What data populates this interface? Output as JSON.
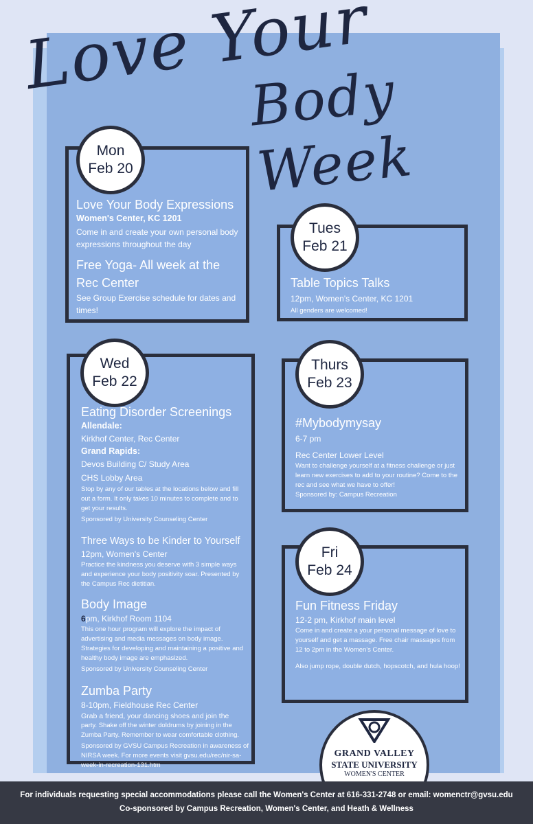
{
  "title": {
    "line1": "Love Your",
    "line2": "Body Week"
  },
  "days": {
    "mon": {
      "day": "Mon",
      "date": "Feb 20"
    },
    "tues": {
      "day": "Tues",
      "date": "Feb 21"
    },
    "wed": {
      "day": "Wed",
      "date": "Feb 22"
    },
    "thurs": {
      "day": "Thurs",
      "date": "Feb 23"
    },
    "fri": {
      "day": "Fri",
      "date": "Feb 24"
    }
  },
  "mon_events": {
    "e1_title": "Love Your Body Expressions",
    "e1_loc": "Women's Center, KC 1201",
    "e1_desc": "Come in and create your own personal body expressions throughout the day",
    "e2_title": "Free Yoga- All week at the Rec Center",
    "e2_desc": "See Group Exercise schedule for dates and times!"
  },
  "tues_events": {
    "title": "Table Topics Talks",
    "time": "12pm, Women's Center, KC 1201",
    "note": "All genders are welcomed!"
  },
  "wed_events": {
    "e1_title": "Eating Disorder Screenings",
    "e1_allendale": "Allendale:",
    "e1_allendale_loc": "Kirkhof Center, Rec Center",
    "e1_gr": "Grand Rapids:",
    "e1_gr_loc1": "Devos Building C/ Study Area",
    "e1_gr_loc2": "CHS Lobby Area",
    "e1_desc": "Stop by any of our tables at the locations below and fill out a form.  It only takes 10 minutes to complete and to get your results.",
    "e1_sponsor": "Sponsored by University Counseling Center",
    "e2_title": "Three Ways to be Kinder to Yourself",
    "e2_time": "12pm, Women's Center",
    "e2_desc": "Practice the kindness you deserve with 3 simple ways and experience your body positivity soar. Presented by the Campus Rec dietitian.",
    "e3_title": "Body Image",
    "e3_time_num": "6",
    "e3_time": "pm, Kirkhof Room 1104",
    "e3_desc": "This one hour program will explore the impact of advertising and media messages on body image. Strategies for developing and maintaining a positive and healthy body image are emphasized.",
    "e3_sponsor": "Sponsored by University Counseling Center",
    "e4_title": "Zumba Party",
    "e4_time": "8-10pm, Fieldhouse Rec Center",
    "e4_desc1": "Grab a friend, your dancing shoes and join the",
    "e4_desc2": "party.  Shake off the winter doldrums by joining in the Zumba Party. Remember to wear comfortable clothing.",
    "e4_sponsor": "Sponsored by GVSU Campus Recreation in awareness of NIRSA week. For more events visit gvsu.edu/rec/nir-sa-week-in-recreation-131.htm"
  },
  "thurs_events": {
    "title": "#Mybodymysay",
    "time": "6-7 pm",
    "loc": "Rec Center Lower Level",
    "desc": "Want to challenge yourself at a fitness challenge or just learn new exercises to add to your routine? Come to the rec and see what we have to offer!",
    "sponsor": "Sponsored by: Campus Recreation"
  },
  "fri_events": {
    "title": "Fun Fitness Friday",
    "time": "12-2 pm, Kirkhof main level",
    "desc": "Come in and create a your personal message of love to yourself and get a massage. Free chair massages from 12 to 2pm in the Women's Center.",
    "desc2": "Also jump rope, double dutch, hopscotch, and hula hoop!"
  },
  "logo": {
    "line1": "GRAND VALLEY",
    "line2": "STATE UNIVERSITY",
    "line3": "WOMEN'S CENTER"
  },
  "footer": {
    "line1": "For individuals requesting special accommodations please call the Women's Center at 616-331-2748 or email: womenctr@gvsu.edu",
    "line2": "Co-sponsored by Campus Recreation, Women's Center, and Heath & Wellness"
  }
}
